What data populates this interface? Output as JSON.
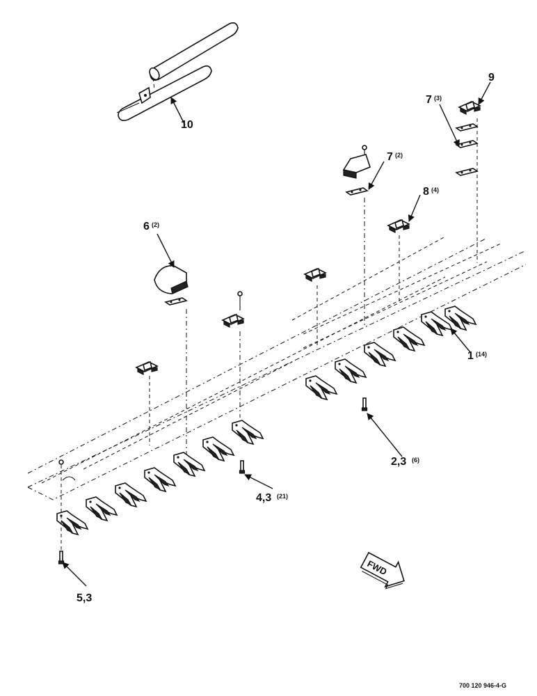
{
  "callouts": {
    "c10": {
      "num": "10",
      "qty": ""
    },
    "c9": {
      "num": "9",
      "qty": ""
    },
    "c7a": {
      "num": "7",
      "qty": "(3)"
    },
    "c7b": {
      "num": "7",
      "qty": "(2)"
    },
    "c8": {
      "num": "8",
      "qty": "(4)"
    },
    "c6": {
      "num": "6",
      "qty": "(2)"
    },
    "c1": {
      "num": "1",
      "qty": "(14)"
    },
    "c23": {
      "num": "2,3",
      "qty": "(6)"
    },
    "c43": {
      "num": "4,3",
      "qty": "(21)"
    },
    "c53": {
      "num": "5,3",
      "qty": ""
    }
  },
  "direction_sign": "FWD",
  "drawing_number": "700 120 946-4-G"
}
